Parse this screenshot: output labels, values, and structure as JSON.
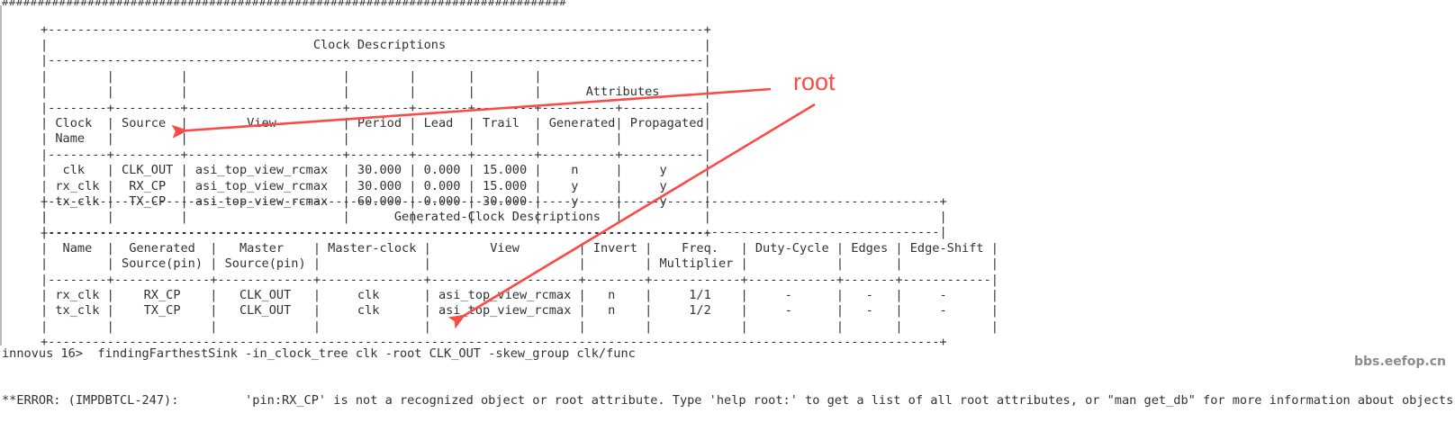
{
  "terminal": {
    "hash_rule": "###############################################################################",
    "watermark": "bbs.eefop.cn"
  },
  "clock_descriptions_table": {
    "title": "Clock Descriptions",
    "group_header": "Attributes",
    "columns": [
      "Clock Name",
      "Source",
      "View",
      "Period",
      "Lead",
      "Trail",
      "Generated",
      "Propagated"
    ],
    "rows": [
      {
        "clock_name": "clk",
        "source": "CLK_OUT",
        "view": "asi_top_view_rcmax",
        "period": "30.000",
        "lead": "0.000",
        "trail": "15.000",
        "generated": "n",
        "propagated": "y"
      },
      {
        "clock_name": "rx_clk",
        "source": "RX_CP",
        "view": "asi_top_view_rcmax",
        "period": "30.000",
        "lead": "0.000",
        "trail": "15.000",
        "generated": "y",
        "propagated": "y"
      },
      {
        "clock_name": "tx_clk",
        "source": "TX_CP",
        "view": "asi_top_view_rcmax",
        "period": "60.000",
        "lead": "0.000",
        "trail": "30.000",
        "generated": "y",
        "propagated": "y"
      }
    ],
    "ascii": "+-----------------------------------------------------------------------------------------+\n|                                    Clock Descriptions                                   |\n|-----------------------------------------------------------------------------------------|\n|        |         |                     |        |       |        |                      |\n|        |         |                     |        |       |        |      Attributes      |\n|--------+---------+---------------------+--------+-------+--------+----------+-----------|\n| Clock  | Source  |        View         | Period | Lead  | Trail  | Generated| Propagated|\n| Name   |         |                     |        |       |        |          |           |\n|--------+---------+---------------------+--------+-------+--------+----------+-----------|\n|  clk   | CLK_OUT | asi_top_view_rcmax  | 30.000 | 0.000 | 15.000 |    n     |     y     |\n| rx_clk |  RX_CP  | asi_top_view_rcmax  | 30.000 | 0.000 | 15.000 |    y     |     y     |\n| tx_clk |  TX_CP  | asi_top_view_rcmax  | 60.000 | 0.000 | 30.000 |    y     |     y     |\n|        |         |                     |        |       |        |          |           |\n+-----------------------------------------------------------------------------------------+"
  },
  "generated_clock_table": {
    "title": "Generated-Clock Descriptions",
    "columns": [
      "Name",
      "Generated Source(pin)",
      "Master Source(pin)",
      "Master-clock",
      "View",
      "Invert",
      "Freq. Multiplier",
      "Duty-Cycle",
      "Edges",
      "Edge-Shift"
    ],
    "rows": [
      {
        "name": "rx_clk",
        "generated_source_pin": "RX_CP",
        "master_source_pin": "CLK_OUT",
        "master_clock": "clk",
        "view": "asi_top_view_rcmax",
        "invert": "n",
        "freq_multiplier": "1/1",
        "duty_cycle": "-",
        "edges": "-",
        "edge_shift": "-"
      },
      {
        "name": "tx_clk",
        "generated_source_pin": "TX_CP",
        "master_source_pin": "CLK_OUT",
        "master_clock": "clk",
        "view": "asi_top_view_rcmax",
        "invert": "n",
        "freq_multiplier": "1/2",
        "duty_cycle": "-",
        "edges": "-",
        "edge_shift": "-"
      }
    ],
    "ascii": "+-------------------------------------------------------------------------------------------------------------------------+\n|                                               Generated-Clock Descriptions                                              |\n|-------------------------------------------------------------------------------------------------------------------------|\n|  Name  |  Generated  |   Master    | Master-clock |        View        | Invert |    Freq.   | Duty-Cycle | Edges | Edge-Shift |\n|        | Source(pin) | Source(pin) |              |                    |        | Multiplier |            |       |            |\n|--------+-------------+-------------+--------------+--------------------+--------+------------+------------+-------+------------|\n| rx_clk |    RX_CP    |   CLK_OUT   |     clk      | asi_top_view_rcmax |   n    |     1/1    |     -      |   -   |     -      |\n| tx_clk |    TX_CP    |   CLK_OUT   |     clk      | asi_top_view_rcmax |   n    |     1/2    |     -      |   -   |     -      |\n|        |             |             |              |                    |        |            |            |       |            |\n+-------------------------------------------------------------------------------------------------------------------------+"
  },
  "console": {
    "prompt": "innovus 16>",
    "command": "findingFarthestSink -in_clock_tree clk -root CLK_OUT -skew_group clk/func",
    "command_line": "innovus 16>  findingFarthestSink -in_clock_tree clk -root CLK_OUT -skew_group clk/func",
    "error_code": "**ERROR: (IMPDBTCL-247):",
    "error_message": "'pin:RX_CP' is not a recognized object or root attribute. Type 'help root:' to get a list of all root attributes, or \"man get_db\" for more information about objects,",
    "error_line": "**ERROR: (IMPDBTCL-247):         'pin:RX_CP' is not a recognized object or root attribute. Type 'help root:' to get a list of all root attributes, or \"man get_db\" for more information about objects,"
  },
  "annotations": {
    "color": "#fb4b45",
    "root_label": "root",
    "arrow_1_target": "CLK_OUT cell in Source column of Clock Descriptions",
    "arrow_2_target": "-root CLK_OUT option in the command line"
  }
}
